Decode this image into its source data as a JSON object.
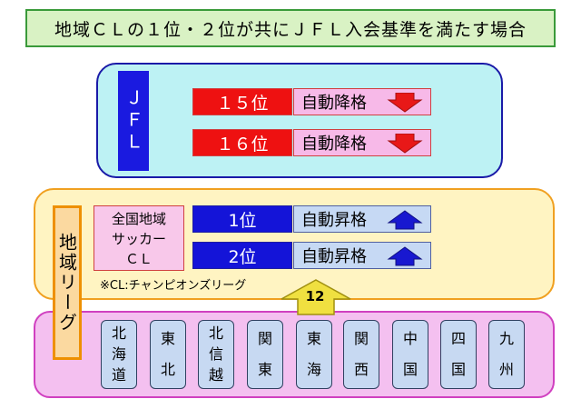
{
  "title": "地域ＣＬの１位・２位が共にＪＦＬ入会基準を満たす場合",
  "jfl": {
    "label": "ＪＦＬ",
    "rows": [
      {
        "rank": "１５位",
        "action": "自動降格"
      },
      {
        "rank": "１６位",
        "action": "自動降格"
      }
    ]
  },
  "regional": {
    "label": "地域リーグ",
    "cl_box": [
      "全国地域",
      "サッカー",
      "ＣＬ"
    ],
    "rows": [
      {
        "rank": "1位",
        "action": "自動昇格"
      },
      {
        "rank": "2位",
        "action": "自動昇格"
      }
    ],
    "note": "※CL:チャンピオンズリーグ",
    "count": "12"
  },
  "leagues": [
    [
      "北",
      "海",
      "道"
    ],
    [
      "東",
      "北"
    ],
    [
      "北",
      "信",
      "越"
    ],
    [
      "関",
      "東"
    ],
    [
      "東",
      "海"
    ],
    [
      "関",
      "西"
    ],
    [
      "中",
      "国"
    ],
    [
      "四",
      "国"
    ],
    [
      "九",
      "州"
    ]
  ],
  "colors": {
    "relegation_arrow": "#e81818",
    "promotion_arrow": "#1818d0",
    "count_arrow": "#f0e040"
  }
}
